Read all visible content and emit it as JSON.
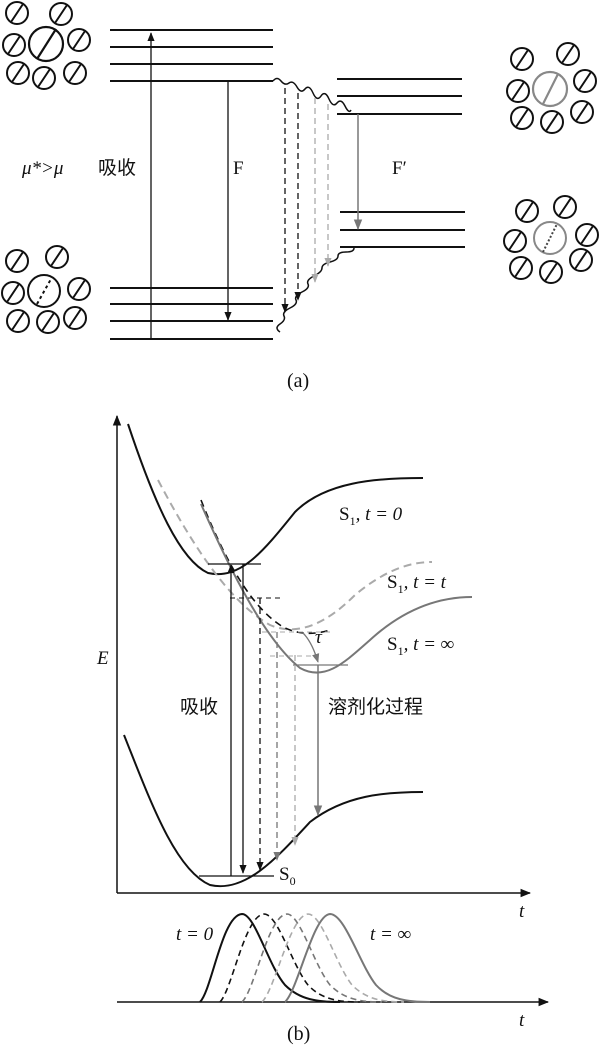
{
  "panel_a": {
    "caption": "(a)",
    "dipole_label": "μ*>μ",
    "absorption_label": "吸收",
    "fluorescence_label": "F",
    "fluorescence_relaxed_label": "F′"
  },
  "panel_b": {
    "caption": "(b)",
    "y_axis_label": "E",
    "x_axis_label": "t",
    "bottom_x_axis_label": "t",
    "absorption_label": "吸收",
    "solvation_label": "溶剂化过程",
    "tau_label": "τ",
    "s0_label": {
      "main": "S",
      "sub": "0"
    },
    "s1_t0_label": {
      "main": "S",
      "sub": "1",
      "rest": ", t = 0"
    },
    "s1_tt_label": {
      "main": "S",
      "sub": "1",
      "rest": ", t = t"
    },
    "s1_tinf_label": {
      "main": "S",
      "sub": "1",
      "rest": ", t = ∞"
    },
    "spectrum_t0_label": "t = 0",
    "spectrum_tinf_label": "t = ∞"
  },
  "colors": {
    "black": "#111111",
    "gray": "#777777",
    "light_gray": "#aaaaaa"
  }
}
